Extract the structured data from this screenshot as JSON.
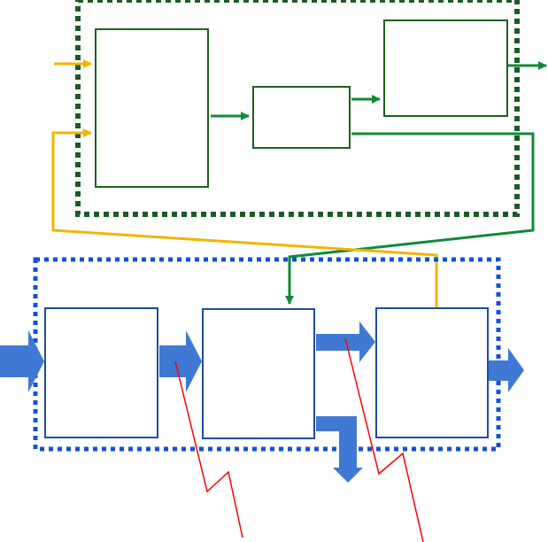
{
  "diagram": {
    "colors": {
      "green_dark": "#1f5f1f",
      "green_dotted": "#1a5c23",
      "green_arrow": "#0f8a3a",
      "blue_box": "#1d4e9e",
      "blue_dotted": "#1550d8",
      "blue_arrow": "#3f79d4",
      "yellow": "#f4b400",
      "red": "#ff0000"
    },
    "top_group": {
      "boxes": [
        "left-box",
        "middle-box",
        "right-box"
      ],
      "labels": []
    },
    "bottom_group": {
      "boxes": [
        "box-1",
        "box-2",
        "box-3"
      ],
      "labels": []
    }
  }
}
